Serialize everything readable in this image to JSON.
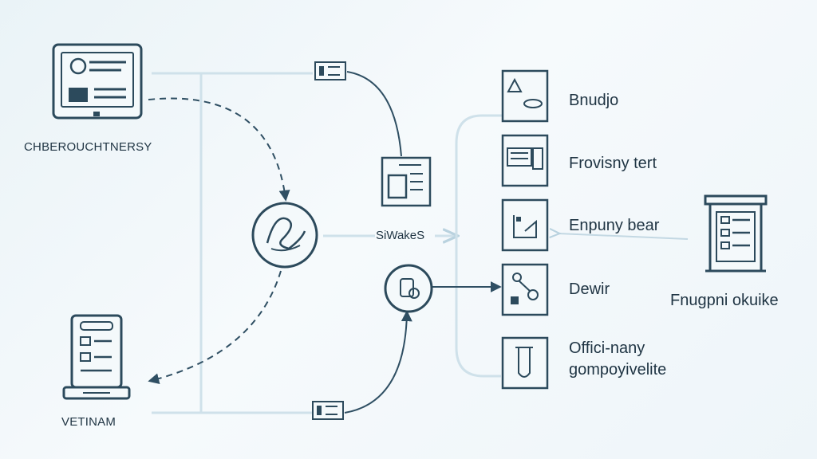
{
  "nodes": {
    "top_left_device": "CHBEROUCHTNERSY",
    "bottom_left_device": "VETINAM",
    "center_hub": "SiWakeS",
    "right_building": "Fnugpni okuike"
  },
  "list_items": [
    {
      "label": "Bnudjo",
      "icon": "warning-document-icon"
    },
    {
      "label": "Frovisny tert",
      "icon": "form-document-icon"
    },
    {
      "label": "Enpuny bear",
      "icon": "chart-document-icon"
    },
    {
      "label": "Dewir",
      "icon": "network-gear-icon"
    },
    {
      "label": "Offici-nany\ngompoyivelite",
      "icon": "test-tube-icon"
    }
  ],
  "colors": {
    "line": "#2f4f63",
    "pale_line": "#c9dde8",
    "stroke": "#2c4a5c",
    "background": "#eef5f9"
  }
}
